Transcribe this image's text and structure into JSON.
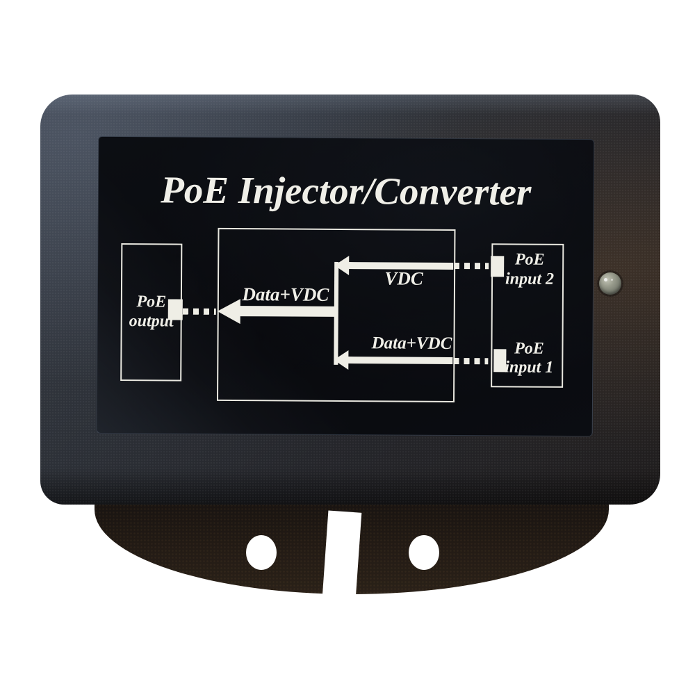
{
  "device": {
    "title": "PoE Injector/Converter",
    "diagram": {
      "output_box": {
        "line1": "PoE",
        "line2": "output"
      },
      "input2_box": {
        "line1": "PoE",
        "line2": "input 2"
      },
      "input1_box": {
        "line1": "PoE",
        "line2": "input 1"
      },
      "arrow_vdc_label": "VDC",
      "arrow_main_label": "Data+VDC",
      "arrow_input1_label": "Data+VDC"
    },
    "led": {
      "color": "#8f9285"
    },
    "colors": {
      "case_top": "#3a3f49",
      "case_bottom": "#201d1d",
      "label_bg": "#0a0b0f",
      "diagram_fg": "#efeee6",
      "flange": "#1a1411",
      "background": "#ffffff"
    }
  }
}
